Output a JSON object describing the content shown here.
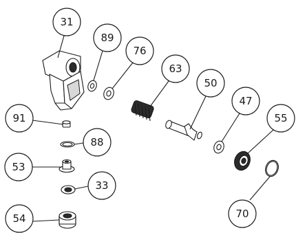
{
  "callouts": {
    "c31": "31",
    "c89": "89",
    "c76": "76",
    "c63": "63",
    "c50": "50",
    "c47": "47",
    "c55": "55",
    "c91": "91",
    "c88": "88",
    "c53": "53",
    "c33": "33",
    "c70": "70",
    "c54": "54"
  }
}
